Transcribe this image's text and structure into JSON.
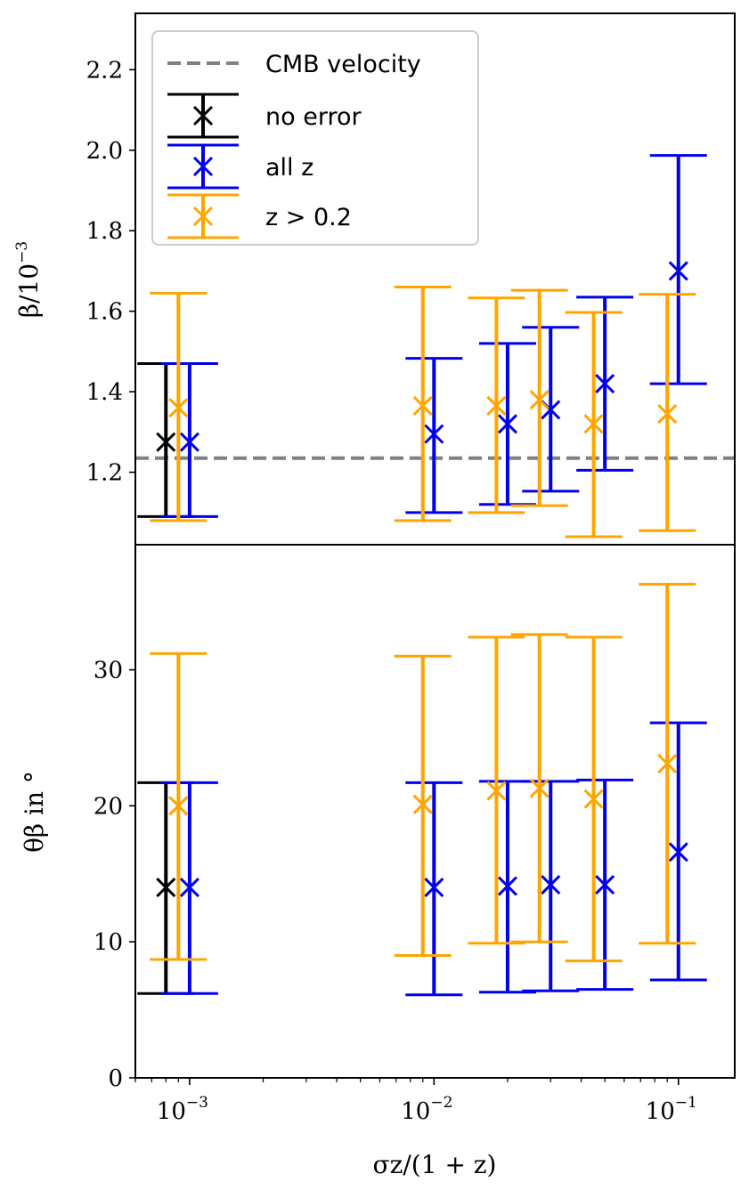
{
  "chart_data": [
    {
      "type": "scatter",
      "panel": "top",
      "x_scale": "log",
      "xlim": [
        0.0006,
        0.17
      ],
      "ylim": [
        1.02,
        2.34
      ],
      "yticks": [
        1.2,
        1.4,
        1.6,
        1.8,
        2.0,
        2.2
      ],
      "ytick_labels": [
        "1.2",
        "1.4",
        "1.6",
        "1.8",
        "2.0",
        "2.2"
      ],
      "ylabel_main": "β/10",
      "ylabel_sup": "−3",
      "reference_line": {
        "name": "CMB velocity",
        "y": 1.235,
        "color": "#808080",
        "style": "dashed"
      },
      "legend": {
        "placement": "upper-left",
        "entries": [
          {
            "label": "CMB velocity",
            "color": "#808080",
            "kind": "dashed-line"
          },
          {
            "label": "no error",
            "color": "#000000",
            "kind": "errorbar"
          },
          {
            "label": "all z",
            "color": "#0000ee",
            "kind": "errorbar"
          },
          {
            "label": "z > 0.2",
            "color": "#ffa500",
            "kind": "errorbar"
          }
        ]
      },
      "series": [
        {
          "name": "no error",
          "color": "#000000",
          "points": [
            {
              "x": 0.0008,
              "y": 1.275,
              "lo": 1.09,
              "hi": 1.47
            }
          ]
        },
        {
          "name": "all z",
          "color": "#0000ee",
          "points": [
            {
              "x": 0.001,
              "y": 1.275,
              "lo": 1.09,
              "hi": 1.47
            },
            {
              "x": 0.01,
              "y": 1.295,
              "lo": 1.1,
              "hi": 1.483
            },
            {
              "x": 0.02,
              "y": 1.32,
              "lo": 1.12,
              "hi": 1.52
            },
            {
              "x": 0.03,
              "y": 1.355,
              "lo": 1.153,
              "hi": 1.56
            },
            {
              "x": 0.05,
              "y": 1.42,
              "lo": 1.205,
              "hi": 1.635
            },
            {
              "x": 0.1,
              "y": 1.7,
              "lo": 1.42,
              "hi": 1.987
            }
          ]
        },
        {
          "name": "z > 0.2",
          "color": "#ffa500",
          "points": [
            {
              "x": 0.0009,
              "y": 1.36,
              "lo": 1.08,
              "hi": 1.645
            },
            {
              "x": 0.009,
              "y": 1.365,
              "lo": 1.08,
              "hi": 1.66
            },
            {
              "x": 0.018,
              "y": 1.365,
              "lo": 1.1,
              "hi": 1.633
            },
            {
              "x": 0.027,
              "y": 1.38,
              "lo": 1.117,
              "hi": 1.652
            },
            {
              "x": 0.045,
              "y": 1.32,
              "lo": 1.04,
              "hi": 1.597
            },
            {
              "x": 0.09,
              "y": 1.345,
              "lo": 1.055,
              "hi": 1.642
            }
          ]
        }
      ]
    },
    {
      "type": "scatter",
      "panel": "bottom",
      "x_scale": "log",
      "xlim": [
        0.0006,
        0.17
      ],
      "ylim": [
        0,
        39.2
      ],
      "yticks": [
        0,
        10,
        20,
        30
      ],
      "ytick_labels": [
        "0",
        "10",
        "20",
        "30"
      ],
      "xticks": [
        0.001,
        0.01,
        0.1
      ],
      "xtick_labels": [
        {
          "base": "10",
          "exp": "−3"
        },
        {
          "base": "10",
          "exp": "−2"
        },
        {
          "base": "10",
          "exp": "−1"
        }
      ],
      "xlabel": "σz/(1 + z)",
      "ylabel_main": "θβ in °",
      "series": [
        {
          "name": "no error",
          "color": "#000000",
          "points": [
            {
              "x": 0.0008,
              "y": 14.0,
              "lo": 6.2,
              "hi": 21.7
            }
          ]
        },
        {
          "name": "all z",
          "color": "#0000ee",
          "points": [
            {
              "x": 0.001,
              "y": 14.0,
              "lo": 6.2,
              "hi": 21.7
            },
            {
              "x": 0.01,
              "y": 14.0,
              "lo": 6.1,
              "hi": 21.7
            },
            {
              "x": 0.02,
              "y": 14.1,
              "lo": 6.3,
              "hi": 21.8
            },
            {
              "x": 0.03,
              "y": 14.2,
              "lo": 6.4,
              "hi": 21.8
            },
            {
              "x": 0.05,
              "y": 14.2,
              "lo": 6.5,
              "hi": 21.9
            },
            {
              "x": 0.1,
              "y": 16.6,
              "lo": 7.2,
              "hi": 26.1
            }
          ]
        },
        {
          "name": "z > 0.2",
          "color": "#ffa500",
          "points": [
            {
              "x": 0.0009,
              "y": 20.0,
              "lo": 8.7,
              "hi": 31.2
            },
            {
              "x": 0.009,
              "y": 20.1,
              "lo": 9.0,
              "hi": 31.0
            },
            {
              "x": 0.018,
              "y": 21.1,
              "lo": 9.9,
              "hi": 32.4
            },
            {
              "x": 0.027,
              "y": 21.3,
              "lo": 10.0,
              "hi": 32.6
            },
            {
              "x": 0.045,
              "y": 20.5,
              "lo": 8.6,
              "hi": 32.4
            },
            {
              "x": 0.09,
              "y": 23.1,
              "lo": 9.9,
              "hi": 36.3
            }
          ]
        }
      ]
    }
  ]
}
